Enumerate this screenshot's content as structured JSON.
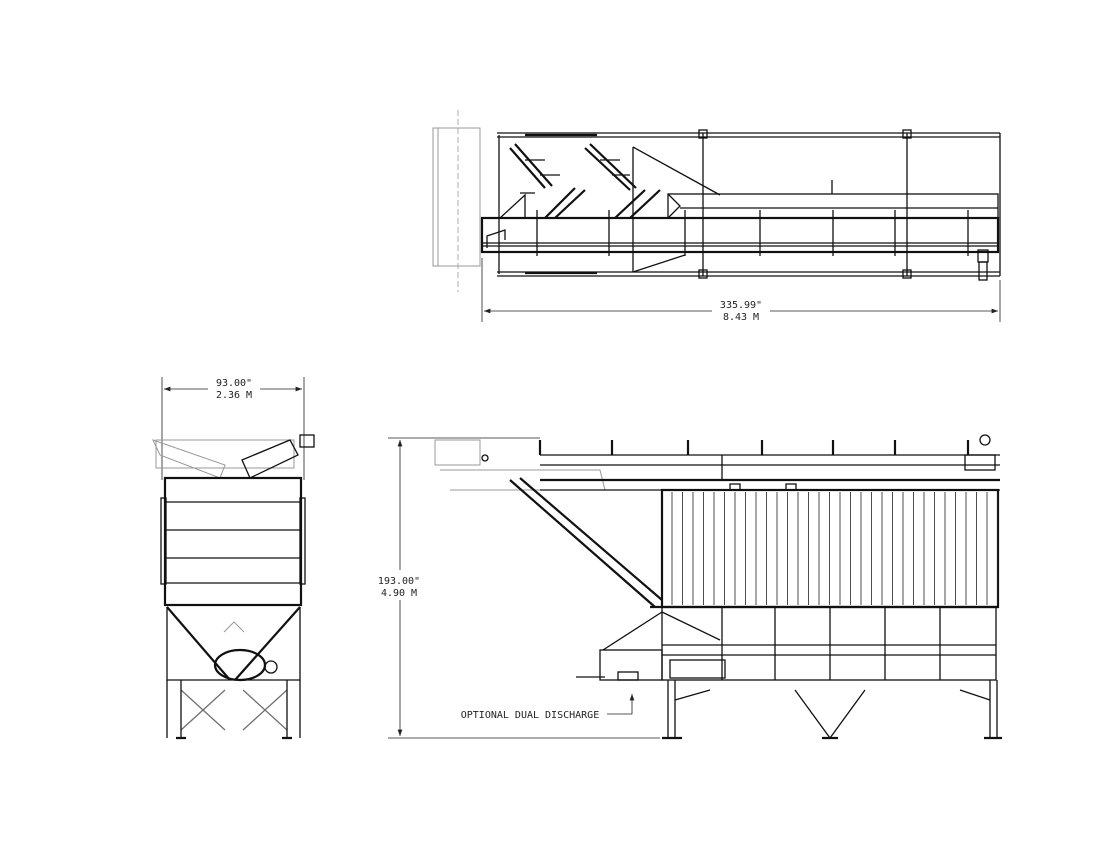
{
  "drawing": {
    "top_view": {
      "length_in": "335.99\"",
      "length_m": "8.43  M"
    },
    "end_view": {
      "width_in": "93.00\"",
      "width_m": "2.36  M"
    },
    "side_view": {
      "height_in": "193.00\"",
      "height_m": "4.90  M",
      "note": "OPTIONAL DUAL DISCHARGE"
    }
  }
}
